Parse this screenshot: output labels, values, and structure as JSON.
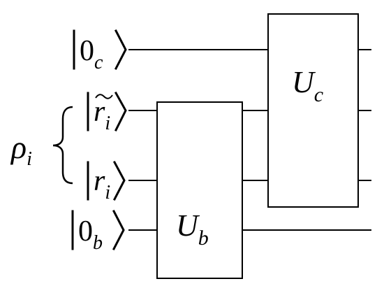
{
  "inputs": {
    "q0c": {
      "base": "0",
      "sub": "c"
    },
    "rt": {
      "base": "r",
      "sub": "i"
    },
    "r": {
      "base": "r",
      "sub": "i"
    },
    "q0b": {
      "base": "0",
      "sub": "b"
    }
  },
  "rho": {
    "base": "ρ",
    "sub": "i"
  },
  "gates": {
    "ub": {
      "base": "U",
      "sub": "b"
    },
    "uc": {
      "base": "U",
      "sub": "c"
    }
  },
  "colors": {
    "wire": "#000000",
    "background": "#ffffff"
  }
}
